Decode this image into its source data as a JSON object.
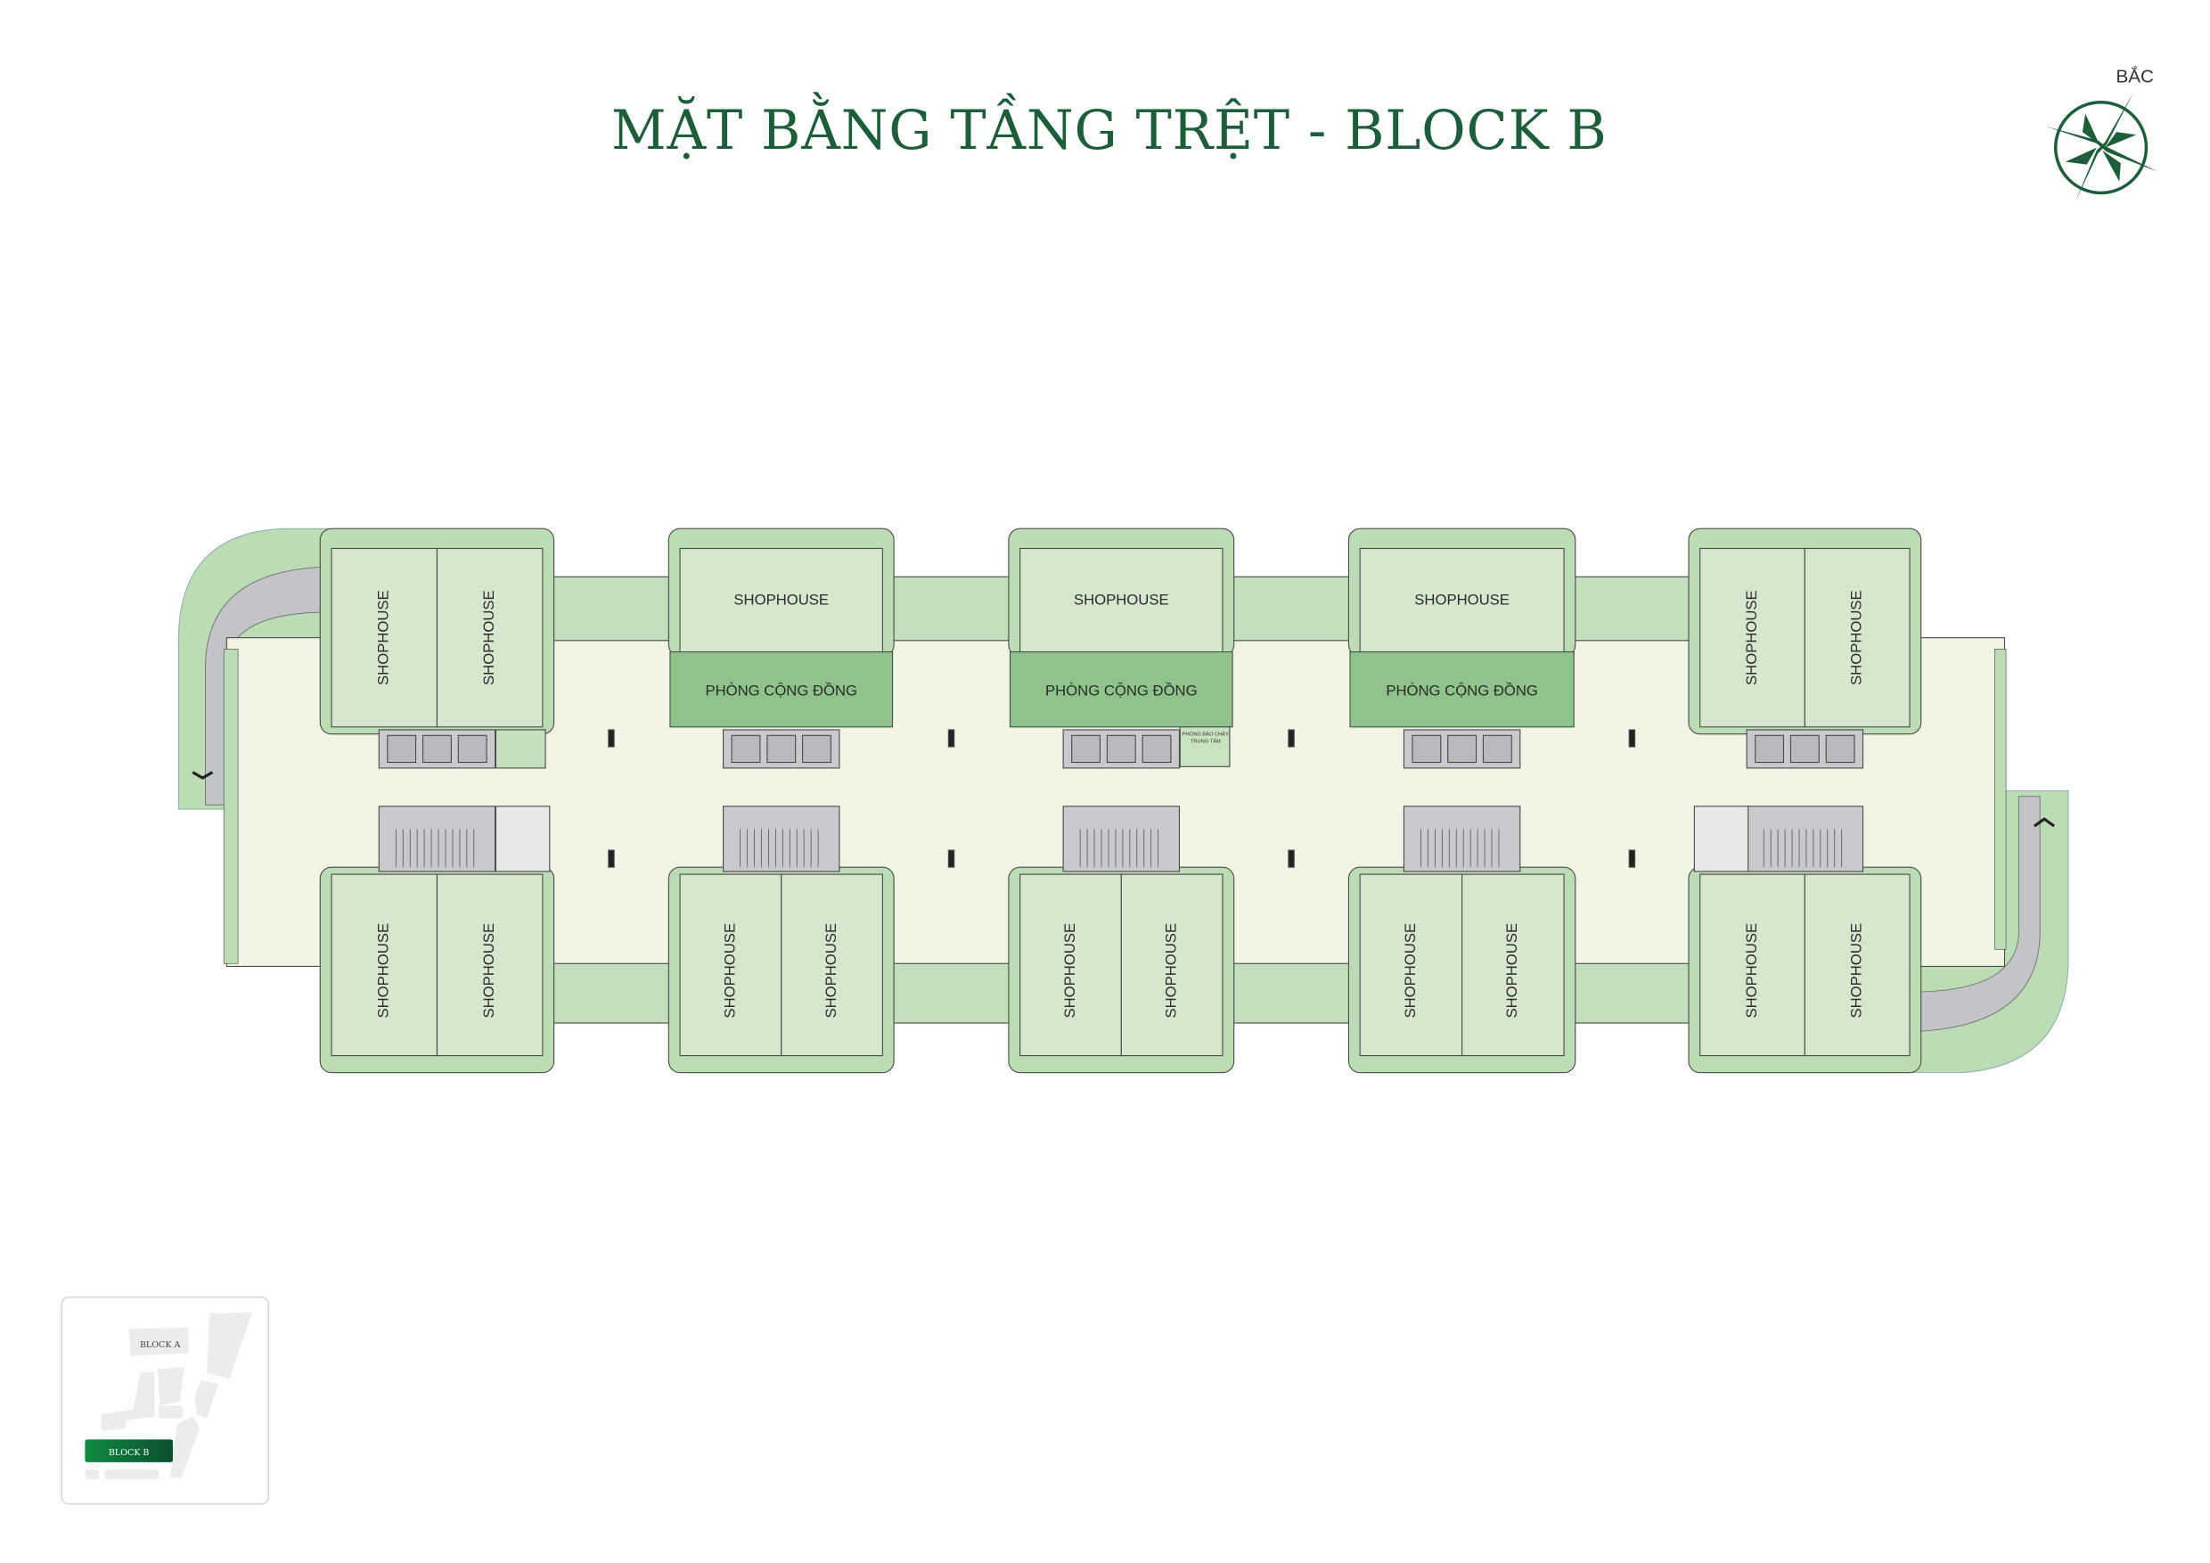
{
  "title": "MẶT BẰNG TẦNG TRỆT - BLOCK B",
  "compass": {
    "label": "BẮC"
  },
  "rooms": {
    "shophouse": "SHOPHOUSE",
    "community_room": "PHÒNG CỘNG ĐỒNG",
    "fire_control_line1": "PHÒNG BÁO CHÁY",
    "fire_control_line2": "TRUNG TÂM"
  },
  "key_plan": {
    "block_a": "BLOCK A",
    "block_b": "BLOCK B",
    "highlight_color": "#0f7a3f"
  },
  "colors": {
    "title": "#1d5e3a",
    "outer_green": "#bcdcb6",
    "shophouse": "#d5e7cd",
    "corridor": "#f0f5e4",
    "community": "#8ec48a",
    "core": "#c9cacd",
    "ramp": "#c3c4c7"
  }
}
